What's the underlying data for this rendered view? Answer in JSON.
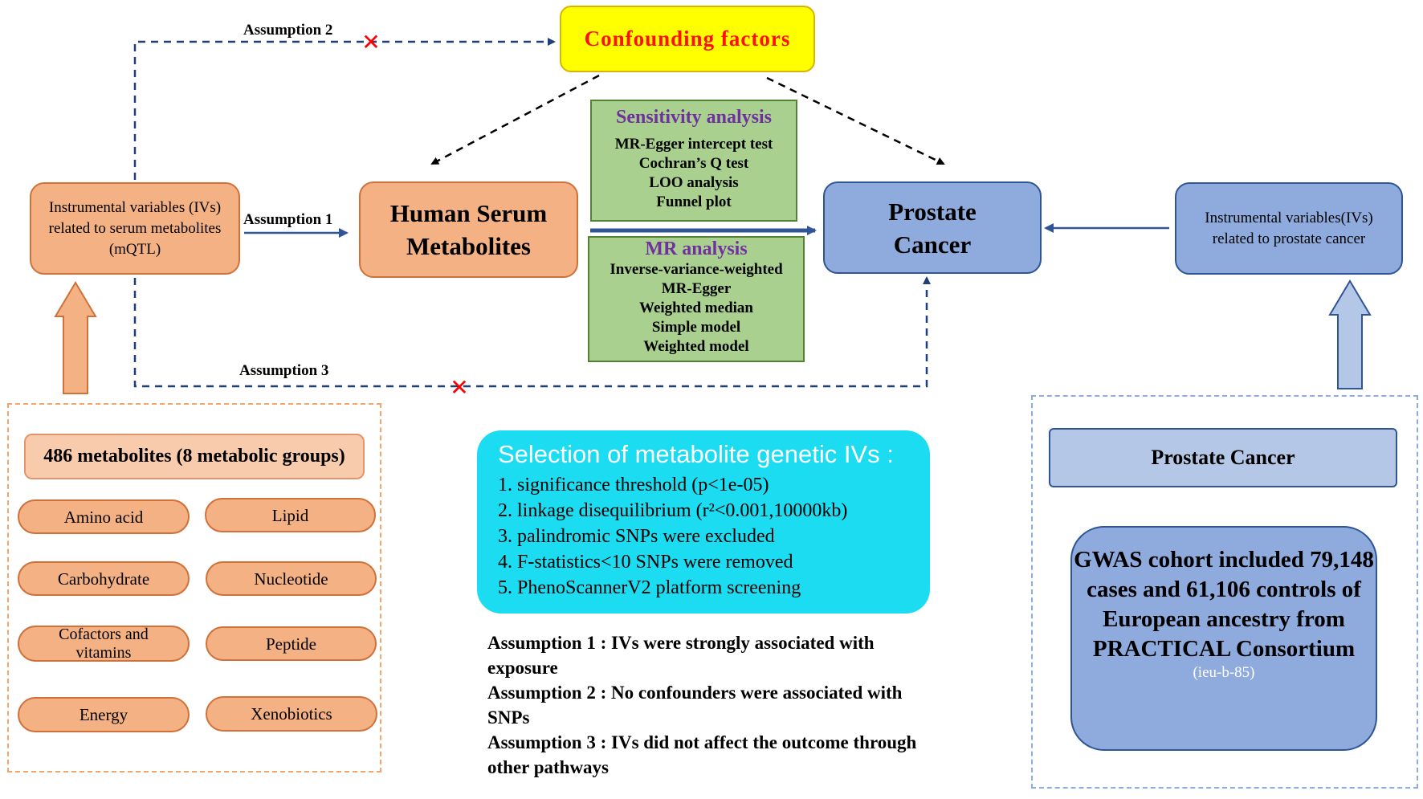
{
  "confounding_factors": "Confounding  factors",
  "iv_left": "Instrumental  variables (IVs) related to serum metabolites  (mQTL)",
  "human_serum_metabolites": "Human Serum Metabolites",
  "prostate_cancer": "Prostate Cancer",
  "iv_right": "Instrumental variables(IVs) related to prostate  cancer",
  "assumption_labels": {
    "a1": "Assumption  1",
    "a2": "Assumption  2",
    "a3": "Assumption  3"
  },
  "sensitivity": {
    "title": "Sensitivity analysis",
    "items": [
      "MR-Egger intercept test",
      "Cochran’s Q test",
      "LOO analysis",
      "Funnel plot"
    ]
  },
  "mr_analysis": {
    "title": "MR analysis",
    "items": [
      "Inverse-variance-weighted",
      "MR-Egger",
      "Weighted median",
      "Simple model",
      "Weighted model"
    ]
  },
  "metabolites": {
    "header": "486 metabolites (8 metabolic groups)",
    "groups": [
      "Amino acid",
      "Lipid",
      "Carbohydrate",
      "Nucleotide",
      "Cofactors and vitamins",
      "Peptide",
      "Energy",
      "Xenobiotics"
    ]
  },
  "selection": {
    "title": "Selection of metabolite genetic IVs :",
    "items": [
      "1. significance  threshold (p<1e-05)",
      "2. linkage  disequilibrium  (r²<0.001,10000kb)",
      "3. palindromic SNPs were  excluded",
      "4. F-statistics<10 SNPs were removed",
      "5. PhenoScannerV2 platform  screening"
    ]
  },
  "assumptions_text": [
    "Assumption 1 : IVs were strongly associated with exposure",
    "Assumption 2 : No confounders  were associated with SNPs",
    "Assumption 3 : IVs did not affect the outcome through other pathways"
  ],
  "outcome": {
    "label": "Prostate Cancer",
    "gwas": "GWAS cohort included 79,148 cases and 61,106 controls of European ancestry from PRACTICAL Consortium",
    "id": "(ieu-b-85)"
  },
  "colors": {
    "orange": "#f4b183",
    "blue": "#8faadc",
    "green": "#a9d08e",
    "yellow": "#ffff00",
    "cyan": "#1bdcf0",
    "purple": "#7030a0",
    "red": "#ff1010"
  }
}
